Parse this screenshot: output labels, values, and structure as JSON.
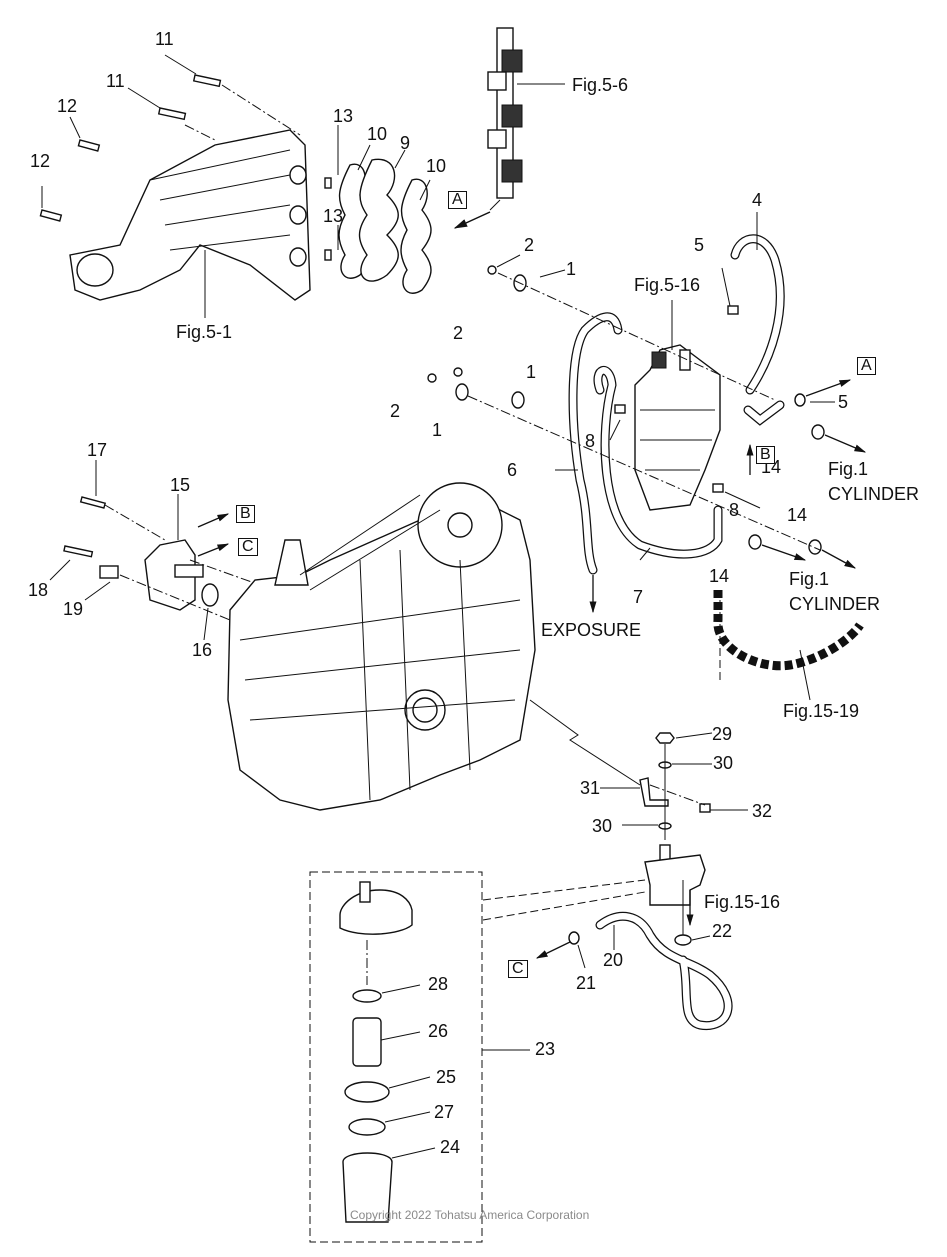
{
  "diagram": {
    "title": "Fuel system exploded parts diagram",
    "copyright": "Copyright 2022 Tohatsu America Corporation",
    "callouts": [
      {
        "id": "11a",
        "text": "11"
      },
      {
        "id": "11b",
        "text": "11"
      },
      {
        "id": "12a",
        "text": "12"
      },
      {
        "id": "12b",
        "text": "12"
      },
      {
        "id": "13a",
        "text": "13"
      },
      {
        "id": "13b",
        "text": "13"
      },
      {
        "id": "10a",
        "text": "10"
      },
      {
        "id": "9",
        "text": "9"
      },
      {
        "id": "10b",
        "text": "10"
      },
      {
        "id": "2a",
        "text": "2"
      },
      {
        "id": "1a",
        "text": "1"
      },
      {
        "id": "2b",
        "text": "2"
      },
      {
        "id": "2c",
        "text": "2"
      },
      {
        "id": "1b",
        "text": "1"
      },
      {
        "id": "1c",
        "text": "1"
      },
      {
        "id": "4",
        "text": "4"
      },
      {
        "id": "5a",
        "text": "5"
      },
      {
        "id": "5b",
        "text": "5"
      },
      {
        "id": "8a",
        "text": "8"
      },
      {
        "id": "8b",
        "text": "8"
      },
      {
        "id": "6",
        "text": "6"
      },
      {
        "id": "7",
        "text": "7"
      },
      {
        "id": "14a",
        "text": "14"
      },
      {
        "id": "14b",
        "text": "14"
      },
      {
        "id": "14c",
        "text": "14"
      },
      {
        "id": "15",
        "text": "15"
      },
      {
        "id": "16",
        "text": "16"
      },
      {
        "id": "17",
        "text": "17"
      },
      {
        "id": "18",
        "text": "18"
      },
      {
        "id": "19",
        "text": "19"
      },
      {
        "id": "29",
        "text": "29"
      },
      {
        "id": "30a",
        "text": "30"
      },
      {
        "id": "30b",
        "text": "30"
      },
      {
        "id": "31",
        "text": "31"
      },
      {
        "id": "32",
        "text": "32"
      },
      {
        "id": "22",
        "text": "22"
      },
      {
        "id": "20",
        "text": "20"
      },
      {
        "id": "21",
        "text": "21"
      },
      {
        "id": "23",
        "text": "23"
      },
      {
        "id": "28",
        "text": "28"
      },
      {
        "id": "26",
        "text": "26"
      },
      {
        "id": "25",
        "text": "25"
      },
      {
        "id": "27",
        "text": "27"
      },
      {
        "id": "24",
        "text": "24"
      }
    ],
    "figure_refs": {
      "fig5_6": "Fig.5-6",
      "fig5_1": "Fig.5-1",
      "fig5_16": "Fig.5-16",
      "fig1_a": "Fig.1",
      "cyl_a": "CYLINDER",
      "fig1_b": "Fig.1",
      "cyl_b": "CYLINDER",
      "exposure": "EXPOSURE",
      "fig15_19": "Fig.15-19",
      "fig15_16": "Fig.15-16"
    },
    "connector_refs": {
      "a1": "A",
      "a2": "A",
      "b1": "B",
      "b2": "B",
      "c1": "C",
      "c2": "C"
    }
  }
}
